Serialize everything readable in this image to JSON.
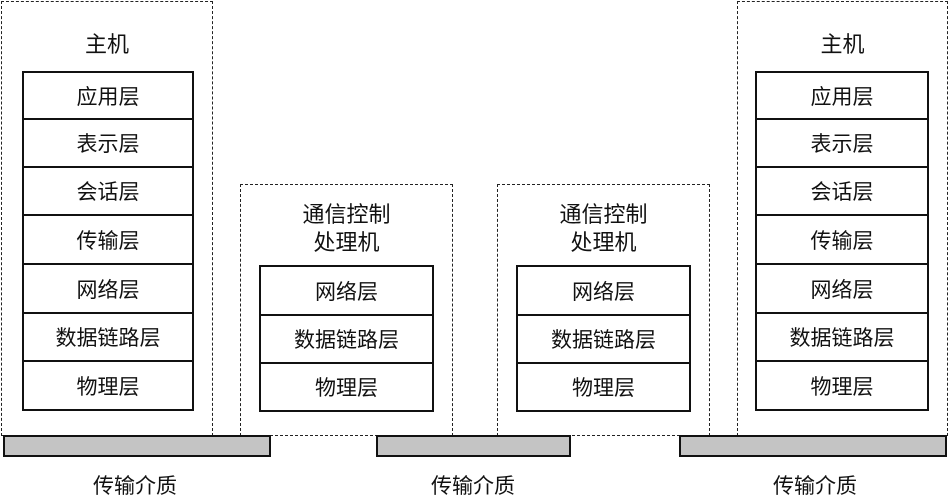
{
  "host_left": {
    "title": "主机",
    "layers": [
      "应用层",
      "表示层",
      "会话层",
      "传输层",
      "网络层",
      "数据链路层",
      "物理层"
    ]
  },
  "host_right": {
    "title": "主机",
    "layers": [
      "应用层",
      "表示层",
      "会话层",
      "传输层",
      "网络层",
      "数据链路层",
      "物理层"
    ]
  },
  "router_left": {
    "title_line1": "通信控制",
    "title_line2": "处理机",
    "layers": [
      "网络层",
      "数据链路层",
      "物理层"
    ]
  },
  "router_right": {
    "title_line1": "通信控制",
    "title_line2": "处理机",
    "layers": [
      "网络层",
      "数据链路层",
      "物理层"
    ]
  },
  "media": [
    "传输介质",
    "传输介质",
    "传输介质"
  ],
  "colors": {
    "medium_fill": "#c4c4c4",
    "line": "#111111"
  }
}
